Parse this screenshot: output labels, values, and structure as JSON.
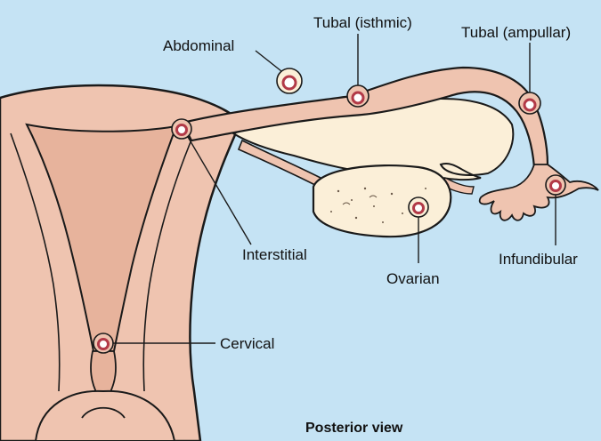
{
  "colors": {
    "background": "#c5e3f4",
    "tissue": "#efc4b0",
    "tissue_dark": "#e2a991",
    "ovary": "#fbefd8",
    "outline": "#1a1a1a",
    "pregnancy_site": "#b23a48"
  },
  "labels": {
    "abdominal": "Abdominal",
    "tubal_isthmic": "Tubal (isthmic)",
    "tubal_ampullar": "Tubal (ampullar)",
    "interstitial": "Interstitial",
    "ovarian": "Ovarian",
    "infundibular": "Infundibular",
    "cervical": "Cervical"
  },
  "caption": "Posterior view"
}
